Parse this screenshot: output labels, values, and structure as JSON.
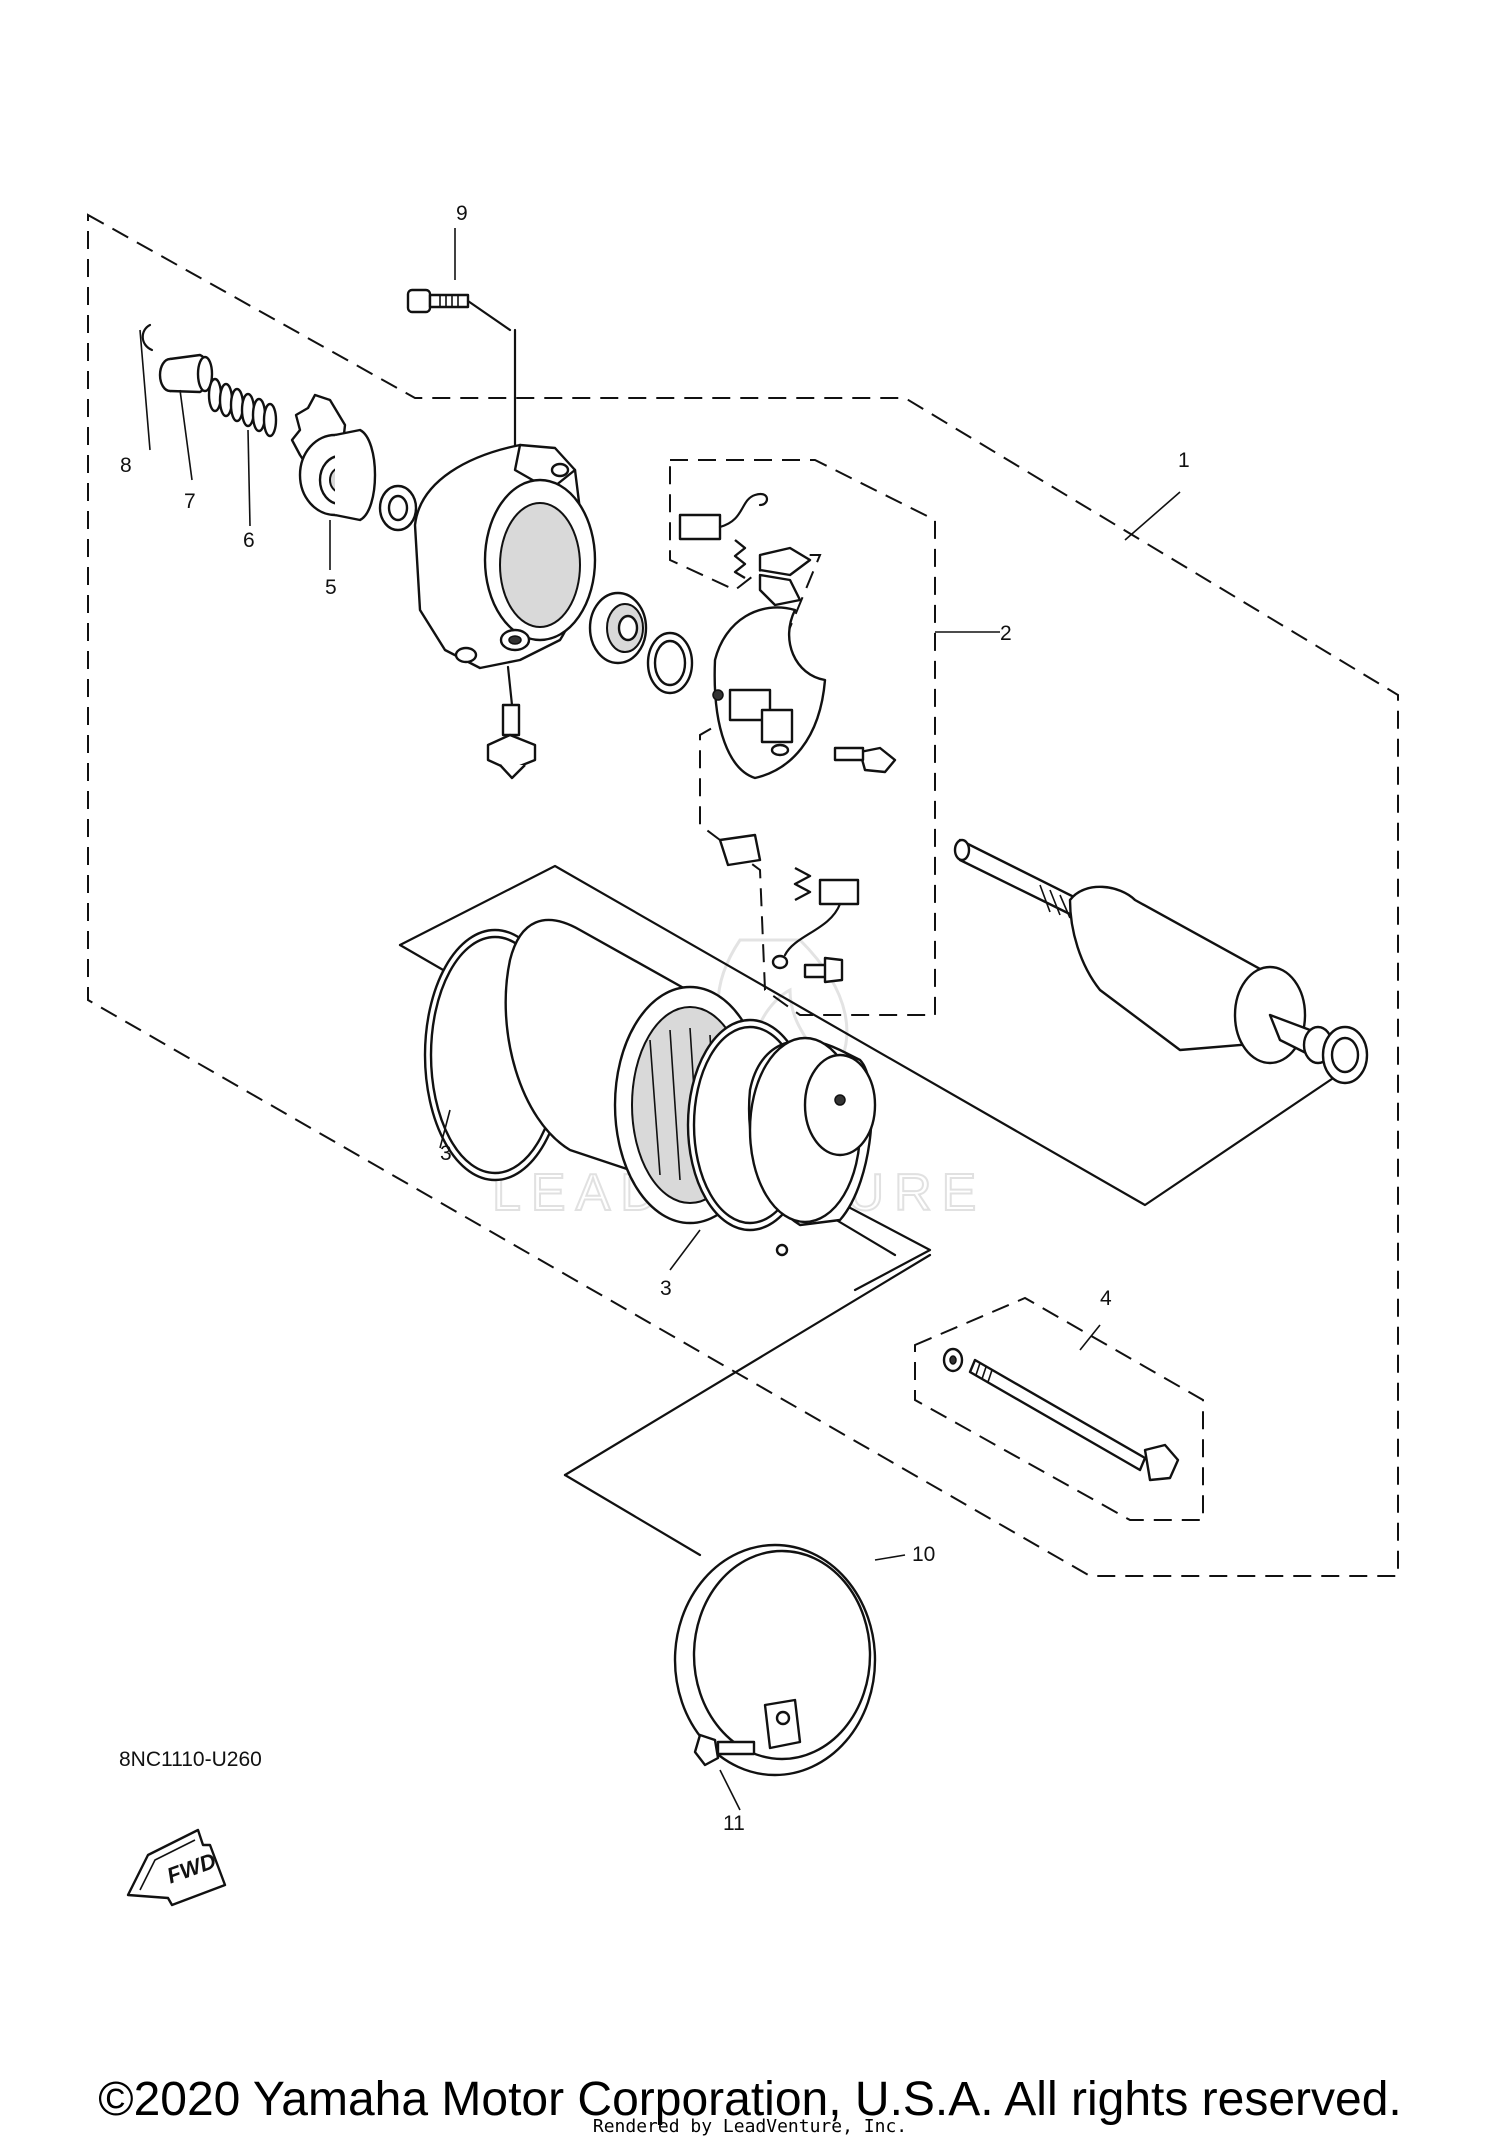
{
  "callouts": {
    "c1": "1",
    "c2": "2",
    "c3a": "3",
    "c3b": "3",
    "c4": "4",
    "c5": "5",
    "c6": "6",
    "c7": "7",
    "c8": "8",
    "c9": "9",
    "c10": "10",
    "c11": "11"
  },
  "fwd_label": "FWD",
  "diagram_code": "8NC1110-U260",
  "watermark_text": "LEADVENTURE",
  "copyright": "©2020 Yamaha Motor Corporation, U.S.A. All rights reserved.",
  "rendered_by": "Rendered by LeadVenture, Inc."
}
